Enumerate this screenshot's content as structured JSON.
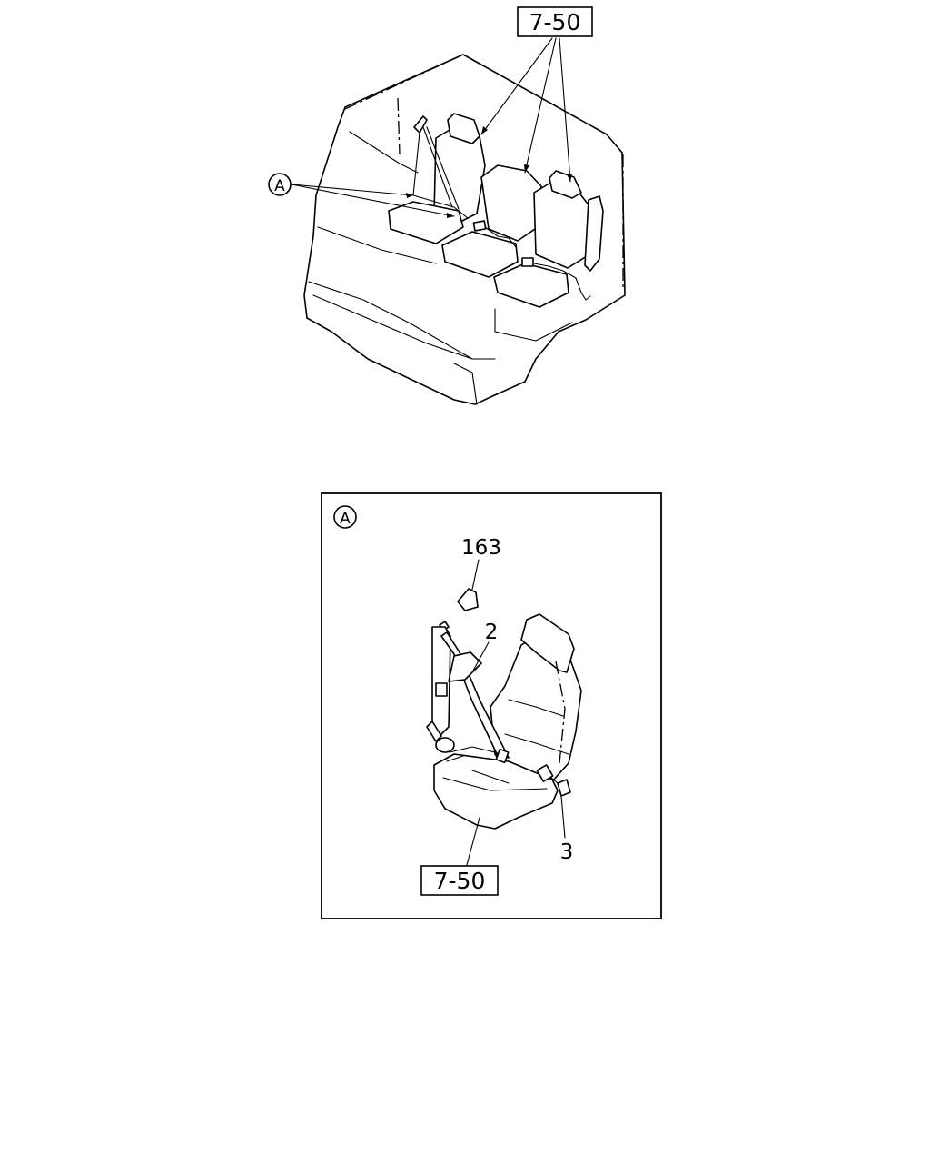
{
  "top_view": {
    "ref_box_label": "7-50",
    "callout_letter": "A"
  },
  "detail_a": {
    "callout_letter": "A",
    "part_163": "163",
    "part_2": "2",
    "part_3": "3",
    "ref_box_label": "7-50"
  }
}
